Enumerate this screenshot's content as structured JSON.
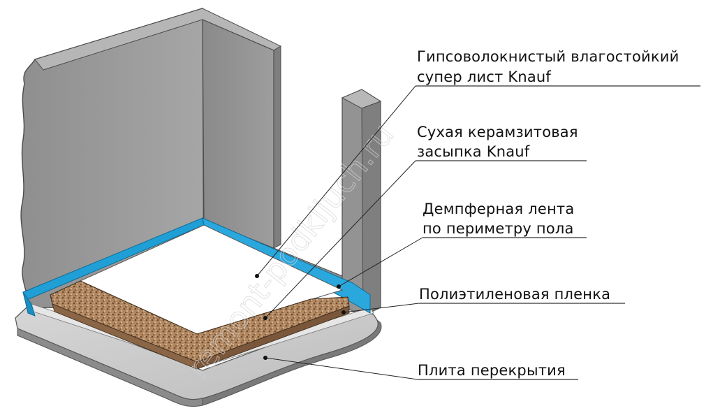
{
  "labels": {
    "gypsum_sheet_line1": "Гипсоволокнистый влагостойкий",
    "gypsum_sheet_line2": "супер лист Knauf",
    "clay_backfill_line1": "Сухая керамзитовая",
    "clay_backfill_line2": "засыпка Knauf",
    "damper_tape_line1": "Демпферная лента",
    "damper_tape_line2": "по периметру пола",
    "poly_film": "Полиэтиленовая пленка",
    "floor_slab": "Плита перекрытия"
  },
  "watermark": "remont-podkljuch.ru",
  "colors": {
    "concrete": "#9a9a9a",
    "concrete_dark": "#7c7c7c",
    "concrete_light": "#b4b4b4",
    "damper_tape": "#1f9fd6",
    "gypsum_sheet": "#ffffff",
    "backfill": "#b78f6a",
    "film": "#d8d8d8",
    "slab": "#cfcfcf"
  }
}
